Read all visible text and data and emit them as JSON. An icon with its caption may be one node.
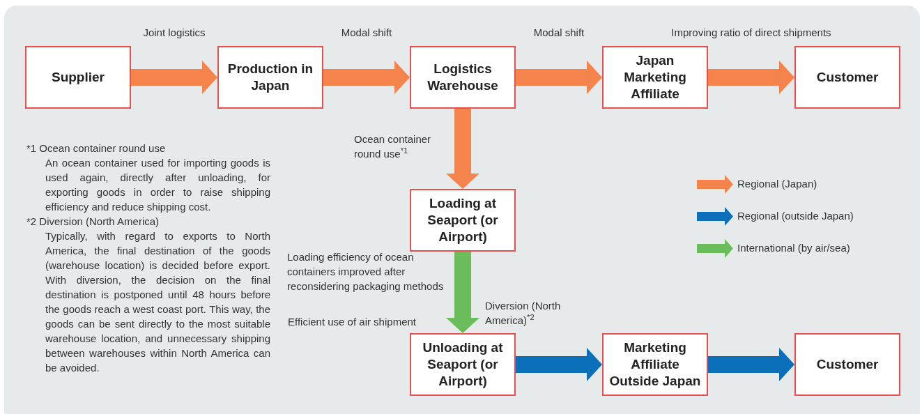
{
  "diagram": {
    "nodes": [
      {
        "text": [
          "Supplier"
        ]
      },
      {
        "text": [
          "Production in Japan"
        ]
      },
      {
        "text": [
          "Logistics Warehouse"
        ]
      },
      {
        "text": [
          "Japan Marketing Affiliate"
        ]
      },
      {
        "text": [
          "Customer"
        ]
      },
      {
        "text": [
          "Loading at Seaport (or Airport)"
        ]
      },
      {
        "text": [
          "Unloading at Seaport (or Airport)"
        ]
      },
      {
        "text": [
          "Marketing Affiliate Outside Japan"
        ]
      },
      {
        "text": [
          "Customer"
        ]
      }
    ],
    "edges": [
      {
        "from": 0,
        "to": 1,
        "arrow": "to",
        "style": "thick",
        "label": "Joint logistics"
      },
      {
        "from": 1,
        "to": 2,
        "arrow": "to",
        "style": "thick",
        "label": "Modal shift"
      },
      {
        "from": 2,
        "to": 3,
        "arrow": "to",
        "style": "thick",
        "label": "Modal shift"
      },
      {
        "from": 3,
        "to": 4,
        "arrow": "to",
        "style": "thick",
        "label": "Improving ratio of direct shipments"
      },
      {
        "from": 2,
        "to": 5,
        "arrow": "to",
        "style": "thick",
        "label": "Ocean container round use$^{*1}$"
      },
      {
        "from": 5,
        "to": 6,
        "arrow": "to",
        "style": "thick",
        "color": "#6bbd5b",
        "label": "Loading efficiency of ocean containers improved after reconsidering packaging methods"
      },
      {
        "from": 6,
        "to": 7,
        "arrow": "to",
        "style": "thick",
        "color": "#0b6fba",
        "label": "Diversion (North America)$^{*2}$"
      },
      {
        "from": 7,
        "to": 8,
        "arrow": "to",
        "style": "thick",
        "color": "#0b6fba"
      }
    ],
    "labels": [
      "Efficient use of air shipment",
      "*1 Ocean container round use",
      "An ocean container used for importing goods is used again, directly after unloading, for exporting goods in order to raise shipping efficiency and reduce shipping cost.",
      "*2 Diversion (North America)",
      "Typically, with regard to exports to North America, the final destination of the goods (warehouse location) is decided before export. With diversion, the decision on the final destination is postponed until 48 hours before the goods reach a west coast port. This way, the goods can be sent directly to the most suitable warehouse location, and unnecessary shipping between warehouses within North America can be avoided."
    ],
    "legend": [
      {
        "text": "Regional (Japan)",
        "color": "#f5844c"
      },
      {
        "text": "Regional (outside Japan)",
        "color": "#0b6fba"
      },
      {
        "text": "International (by air/sea)",
        "color": "#6bbd5b"
      }
    ]
  }
}
